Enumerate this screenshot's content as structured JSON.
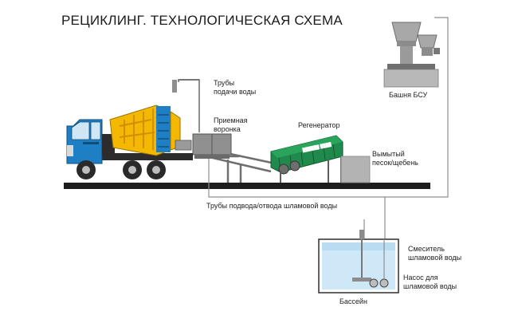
{
  "title": "РЕЦИКЛИНГ. ТЕХНОЛОГИЧЕСКАЯ СХЕМА",
  "labels": {
    "supply_pipes_1": "Трубы",
    "supply_pipes_2": "подачи воды",
    "hopper_1": "Приемная",
    "hopper_2": "воронка",
    "regenerator": "Регенератор",
    "washed_1": "Вымытый",
    "washed_2": "песок/щебень",
    "tower": "Башня БСУ",
    "slurry_pipes": "Трубы подвода/отвода шламовой воды",
    "mixer_1": "Смеситель",
    "mixer_2": "шламовой воды",
    "pump_1": "Насос для",
    "pump_2": "шламовой воды",
    "basin": "Бассейн"
  },
  "colors": {
    "truck_blue": "#1f7fc4",
    "drum_yellow": "#f5b800",
    "regenerator_green": "#1f8a4c",
    "machinery_gray": "#8c8c8c",
    "water_blue": "#cfe8f7",
    "ground": "#1d1d1d"
  },
  "icons": [
    "truck-icon",
    "mixer-drum-icon",
    "pump-icon",
    "mixer-icon"
  ]
}
